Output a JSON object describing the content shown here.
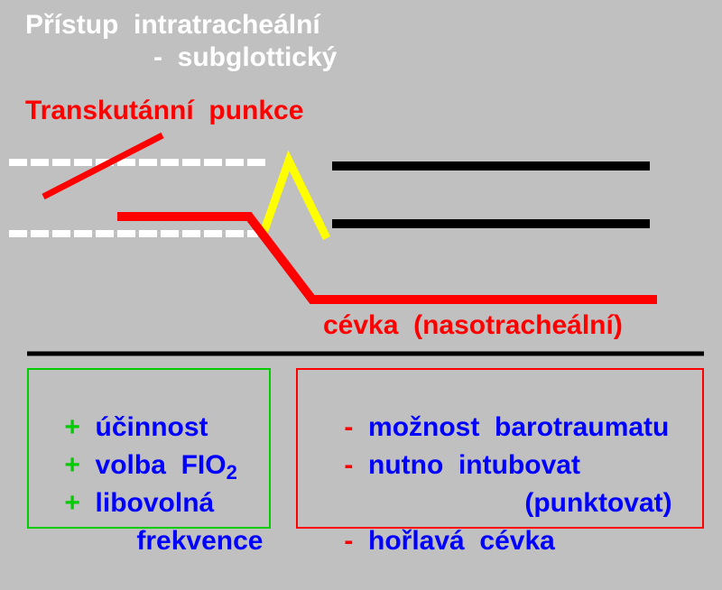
{
  "title": {
    "line1": "Přístup  intratracheální",
    "line2": "-  subglottický"
  },
  "labels": {
    "transcutaneous": "Transkutánní  punkce",
    "tube": "cévka  (nasotracheální)"
  },
  "pros": {
    "sign": "+",
    "items": [
      {
        "text": "účinnost"
      },
      {
        "text": "volba  FIO",
        "sub": "2"
      },
      {
        "text": "libovolná"
      },
      {
        "text": "frekvence"
      }
    ]
  },
  "cons": {
    "sign": "-",
    "items": [
      {
        "text": "možnost  barotraumatu"
      },
      {
        "text": "nutno  intubovat"
      },
      {
        "text": "(punktovat)"
      },
      {
        "text": "hořlavá  cévka"
      }
    ]
  },
  "colors": {
    "background": "#c0c0c0",
    "title": "#ffffff",
    "accent_red": "#ff0000",
    "yellow": "#ffff00",
    "black": "#000000",
    "plus_green": "#00cc00",
    "text_blue": "#0000ff"
  }
}
